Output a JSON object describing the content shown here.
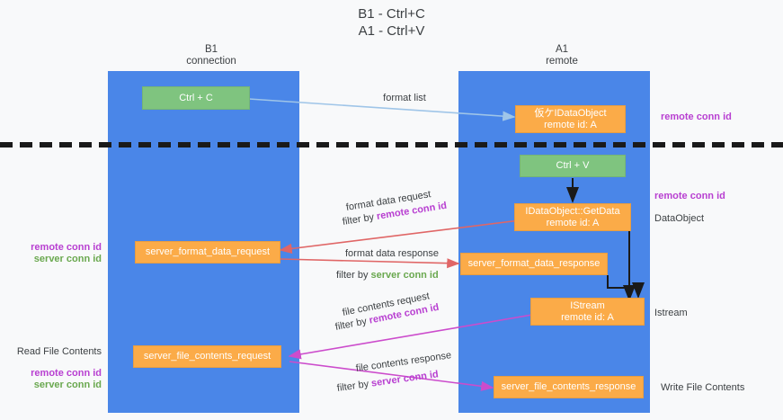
{
  "title": "B1 - Ctrl+C\nA1 - Ctrl+V",
  "lanes": [
    {
      "name": "b1",
      "header": "B1\nconnection"
    },
    {
      "name": "a1",
      "header": "A1\nremote"
    }
  ],
  "nodes": [
    {
      "id": "ctrl-c",
      "label": "Ctrl + C",
      "color": "#7fc47f"
    },
    {
      "id": "idataobject",
      "label": "仮ケIDataObject\nremote id: A",
      "color": "#fbab48"
    },
    {
      "id": "ctrl-v",
      "label": "Ctrl + V",
      "color": "#7fc47f"
    },
    {
      "id": "idataobject-getdata",
      "label": "IDataObject::GetData\nremote id: A",
      "color": "#fbab48"
    },
    {
      "id": "server-format-data-request",
      "label": "server_format_data_request",
      "color": "#fbab48"
    },
    {
      "id": "server-format-data-response",
      "label": "server_format_data_response",
      "color": "#fbab48"
    },
    {
      "id": "istream",
      "label": "IStream\nremote id: A",
      "color": "#fbab48"
    },
    {
      "id": "server-file-contents-request",
      "label": "server_file_contents_request",
      "color": "#fbab48"
    },
    {
      "id": "server-file-contents-response",
      "label": "server_file_contents_response",
      "color": "#fbab48"
    }
  ],
  "edge_labels": {
    "format_list": "format list",
    "format_data_request": "format data request",
    "format_data_request_filter_prefix": "filter by ",
    "format_data_request_filter_value": "remote conn id",
    "format_data_response": "format data response",
    "format_data_response_filter_prefix": "filter by ",
    "format_data_response_filter_value": "server conn id",
    "file_contents_request": "file contents request",
    "file_contents_request_filter_prefix": "filter by ",
    "file_contents_request_filter_value": "remote conn id",
    "file_contents_response": "file contents response",
    "file_contents_response_filter_prefix": "filter by ",
    "file_contents_response_filter_value": "server conn id"
  },
  "side_labels": {
    "right_remote_conn_id_top": "remote conn id",
    "right_remote_conn_id_mid": "remote conn id",
    "right_dataobject": "DataObject",
    "right_istream": "Istream",
    "right_write_file_contents": "Write File Contents",
    "left_remote_conn_id": "remote conn id",
    "left_server_conn_id": "server conn id",
    "left_read_file_contents": "Read File Contents",
    "left_remote_conn_id_2": "remote conn id",
    "left_server_conn_id_2": "server conn id"
  },
  "colors": {
    "lane": "#4a86e8",
    "green_node": "#7fc47f",
    "orange_node": "#fbab48",
    "remote_conn_id": "#b83fd1",
    "server_conn_id": "#6aa84f",
    "arrow_blue": "#9fc5e8",
    "arrow_red": "#e06666",
    "arrow_magenta": "#c householder",
    "arrow_magenta_fix": "#cc4ccc",
    "arrow_black": "#1a1a1a",
    "background": "#f8f9fa"
  }
}
